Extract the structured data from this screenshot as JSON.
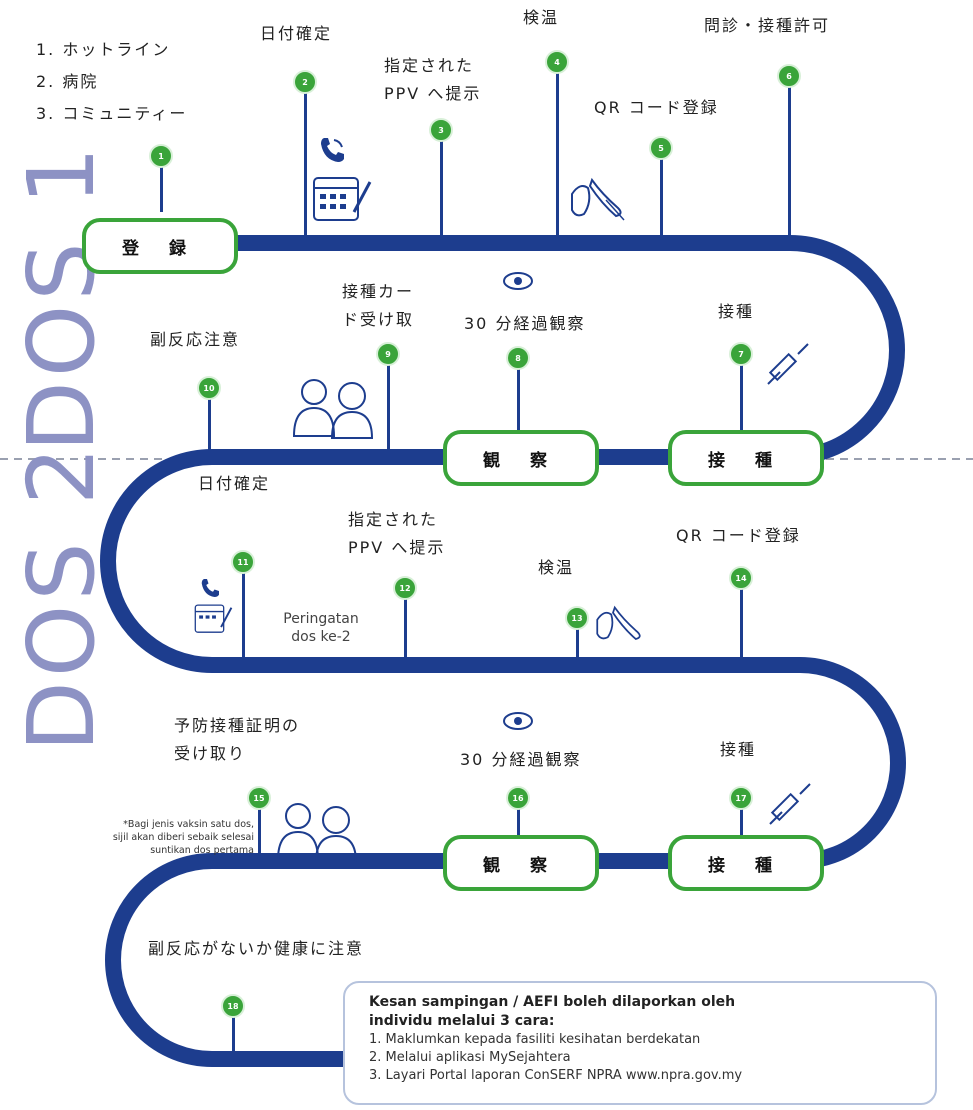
{
  "routes": [
    "1. ホットライン",
    "2. 病院",
    "3. コミュニティー"
  ],
  "dos_labels": {
    "dos1": "DOS 1",
    "dos2": "DOS 2"
  },
  "dose1": {
    "step1": "登 録",
    "step2": "日付確定",
    "step3": "指定された\nPPV へ提示",
    "step4": "検温",
    "step5": "QR コード登録",
    "step6": "問診・接種許可",
    "step7_caption": "接種",
    "step7_pill": "接 種",
    "step8_caption": "30 分経過観察",
    "step8_pill": "観 察",
    "step9": "接種カー\nド受け取",
    "step10": "副反応注意"
  },
  "dose2": {
    "step11": "日付確定",
    "reminder": "Peringatan\ndos ke-2",
    "step12": "指定された\nPPV へ提示",
    "step13": "検温",
    "step14": "QR コード登録",
    "step15": "予防接種証明の\n受け取り",
    "note": "*Bagi jenis vaksin satu dos,\nsijil akan diberi sebaik selesai\nsuntikan dos pertama",
    "step16_caption": "30 分経過観察",
    "step16_pill": "観 察",
    "step17_caption": "接種",
    "step17_pill": "接 種",
    "step18": "副反応がないか健康に注意"
  },
  "markers": [
    "1",
    "2",
    "3",
    "4",
    "5",
    "6",
    "7",
    "8",
    "9",
    "10",
    "11",
    "12",
    "13",
    "14",
    "15",
    "16",
    "17",
    "18"
  ],
  "info": {
    "heading": "Kesan sampingan / AEFI boleh dilaporkan oleh\nindividu melalui 3 cara:",
    "items": [
      "1. Maklumkan kepada fasiliti kesihatan berdekatan",
      "2. Melalui aplikasi MySejahtera",
      "3. Layari Portal laporan ConSERF NPRA www.npra.gov.my"
    ]
  },
  "colors": {
    "track": "#1d3d8e",
    "marker": "#3aa43a",
    "pill_border": "#3aa43a",
    "dos_text": "#8d92c4",
    "divider": "#9aa0b0"
  },
  "icons": [
    "phone-icon",
    "calendar-icon",
    "thermometer-hand-icon",
    "eye-icon",
    "syringe-icon",
    "doctor-patient-icon"
  ]
}
